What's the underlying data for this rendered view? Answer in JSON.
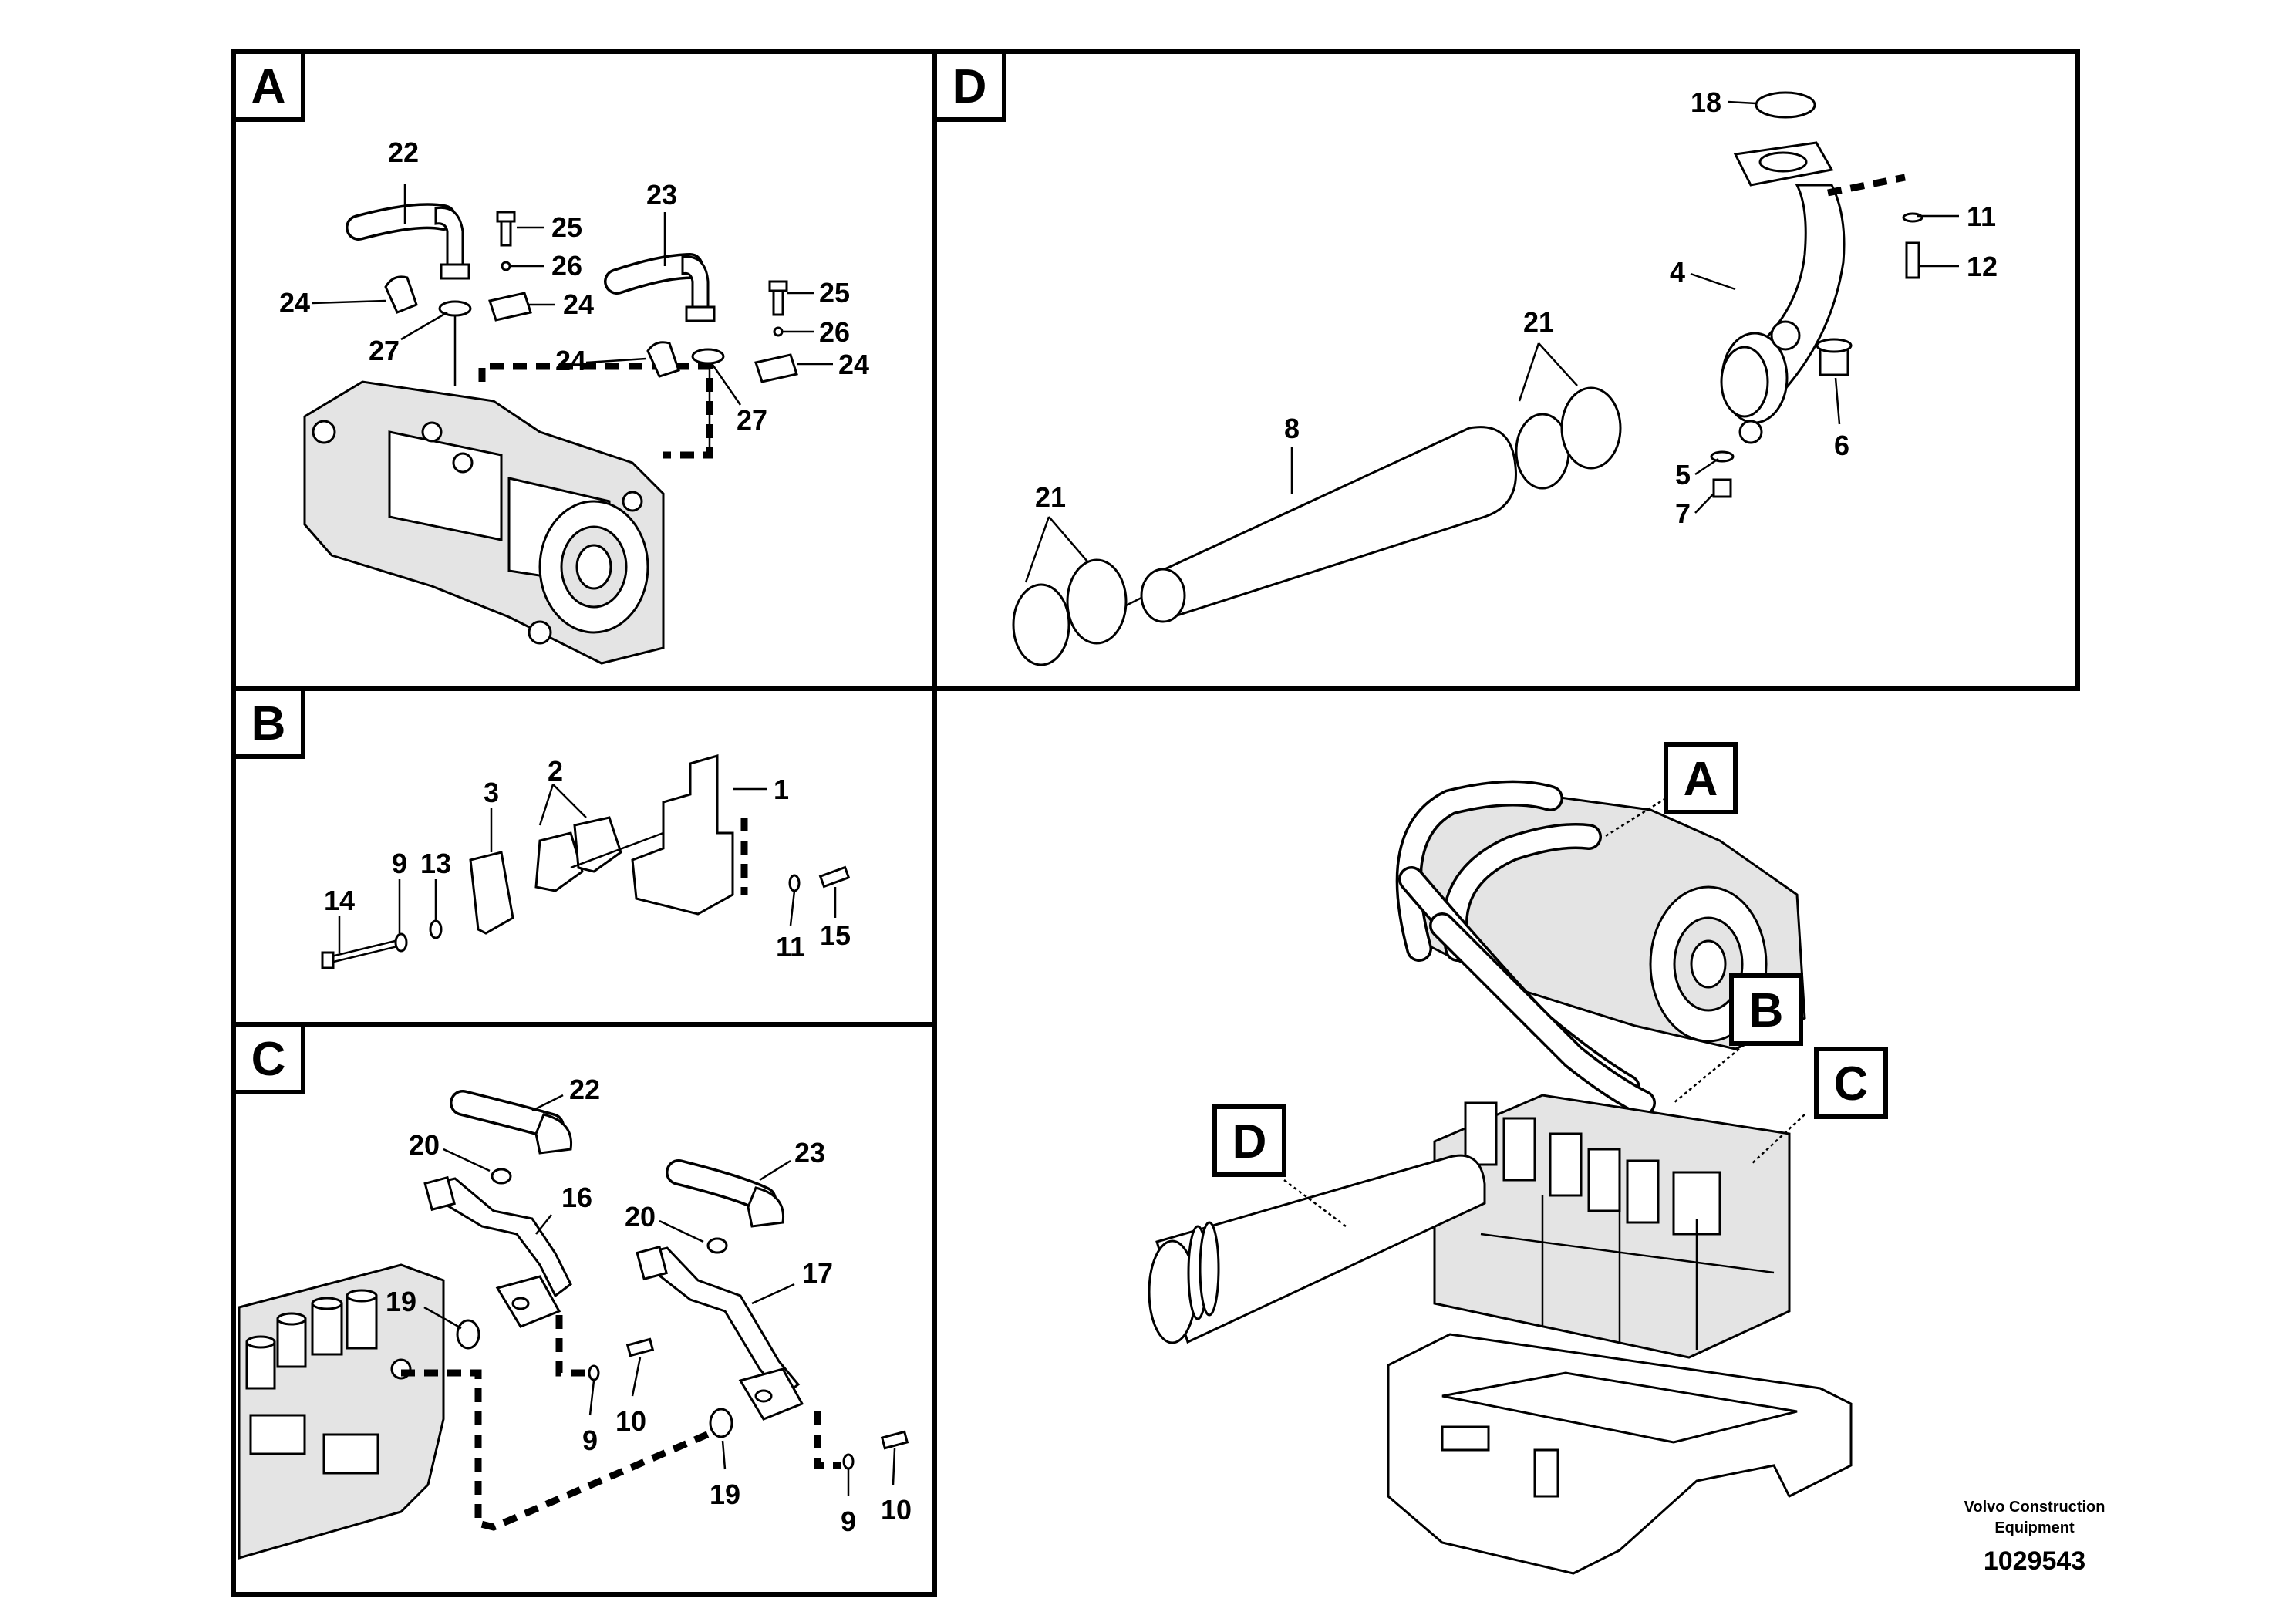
{
  "panels": {
    "A": {
      "label": "A",
      "callouts": [
        "22",
        "23",
        "24",
        "24",
        "24",
        "24",
        "25",
        "25",
        "26",
        "26",
        "27",
        "27"
      ]
    },
    "B": {
      "label": "B",
      "callouts": [
        "1",
        "2",
        "3",
        "9",
        "11",
        "13",
        "14",
        "15"
      ]
    },
    "C": {
      "label": "C",
      "callouts": [
        "16",
        "17",
        "19",
        "19",
        "20",
        "20",
        "22",
        "23",
        "9",
        "9",
        "10",
        "10"
      ]
    },
    "D": {
      "label": "D",
      "callouts": [
        "4",
        "5",
        "6",
        "7",
        "8",
        "11",
        "12",
        "18",
        "21",
        "21"
      ]
    }
  },
  "overview": {
    "badges": [
      "A",
      "B",
      "C",
      "D"
    ]
  },
  "footer": {
    "company_line1": "Volvo Construction",
    "company_line2": "Equipment",
    "drawing_number": "1029543"
  }
}
